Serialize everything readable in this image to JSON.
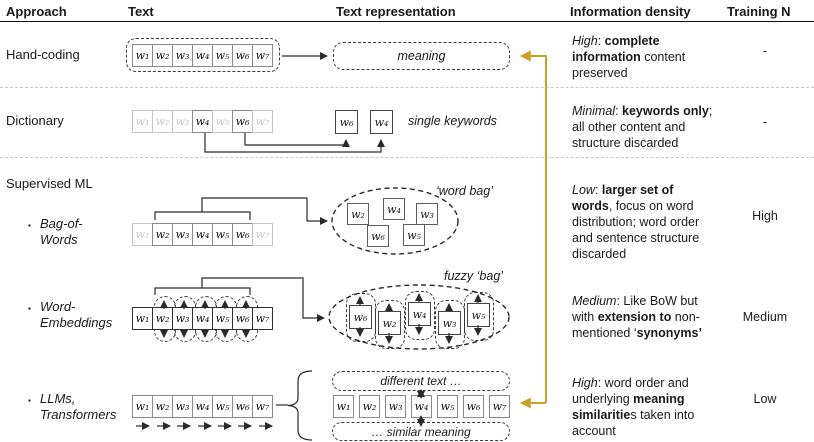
{
  "columns": [
    "Approach",
    "Text",
    "Text representation",
    "Information density",
    "Training N"
  ],
  "accent_color": "#C9A227",
  "handcoding": {
    "label": "Hand-coding",
    "words": [
      "w₁",
      "w₂",
      "w₃",
      "w₄",
      "w₅",
      "w₆",
      "w₇"
    ],
    "representation": "meaning",
    "density": [
      {
        "t": "High",
        "i": 1
      },
      {
        "t": ": "
      },
      {
        "t": "complete information",
        "b": 1
      },
      {
        "t": " content preserved"
      }
    ],
    "training": "-"
  },
  "dictionary": {
    "label": "Dictionary",
    "words": [
      "w₁",
      "w₂",
      "w₃",
      "w₄",
      "w₅",
      "w₆",
      "w₇"
    ],
    "active": [
      0,
      0,
      0,
      1,
      0,
      1,
      0
    ],
    "extracted": [
      "w₆",
      "w₄"
    ],
    "representation": "single keywords",
    "density": [
      {
        "t": "Minimal",
        "i": 1
      },
      {
        "t": ": "
      },
      {
        "t": "keywords only",
        "b": 1
      },
      {
        "t": "; all other content and structure discarded"
      }
    ],
    "training": "-"
  },
  "supervised": {
    "label": "Supervised ML"
  },
  "bow": {
    "bullet": "▪",
    "label_lines": [
      "Bag-of-",
      "Words"
    ],
    "words": [
      "w₁",
      "w₂",
      "w₃",
      "w₄",
      "w₅",
      "w₆",
      "w₇"
    ],
    "active": [
      0,
      1,
      1,
      1,
      1,
      1,
      0
    ],
    "bag": [
      "w₂",
      "w₄",
      "w₃",
      "w₆",
      "w₅"
    ],
    "bag_label": "‘word bag’",
    "density": [
      {
        "t": "Low",
        "i": 1
      },
      {
        "t": ": "
      },
      {
        "t": "larger set of words",
        "b": 1
      },
      {
        "t": ", focus on word distribution; word order and sentence structure discarded"
      }
    ],
    "training": "High"
  },
  "we": {
    "bullet": "▪",
    "label_lines": [
      "Word-",
      "Embeddings"
    ],
    "words": [
      "w₁",
      "w₂",
      "w₃",
      "w₄",
      "w₅",
      "w₆",
      "w₇"
    ],
    "bag": [
      "w₆",
      "w₂",
      "w₄",
      "w₃",
      "w₅"
    ],
    "bag_label": "fuzzy ‘bag’",
    "density": [
      {
        "t": "Medium",
        "i": 1
      },
      {
        "t": ": Like BoW but with "
      },
      {
        "t": "extension to",
        "b": 1
      },
      {
        "t": " non-mentioned ‘"
      },
      {
        "t": "synonyms’",
        "b": 1
      }
    ],
    "training": "Medium"
  },
  "llm": {
    "bullet": "▪",
    "label_lines": [
      "LLMs,",
      "Transformers"
    ],
    "words": [
      "w₁",
      "w₂",
      "w₃",
      "w₄",
      "w₅",
      "w₆",
      "w₇"
    ],
    "rep_top": "different text …",
    "rep_bottom": "… similar meaning",
    "density": [
      {
        "t": "High",
        "i": 1
      },
      {
        "t": ": word order and underlying "
      },
      {
        "t": "meaning similaritie",
        "b": 1
      },
      {
        "t": "s taken into account"
      }
    ],
    "training": "Low"
  }
}
